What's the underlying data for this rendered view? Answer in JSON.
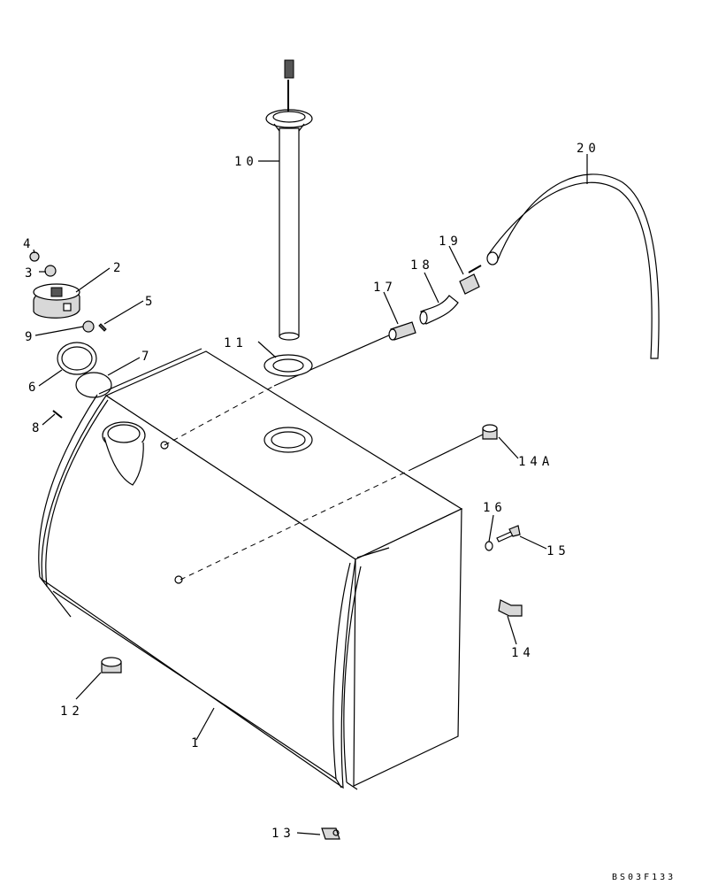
{
  "labels": {
    "l1": "1",
    "l2": "2",
    "l3": "3",
    "l4": "4",
    "l5": "5",
    "l6": "6",
    "l7": "7",
    "l8": "8",
    "l9": "9",
    "l10": "10",
    "l11": "11",
    "l12": "12",
    "l13": "13",
    "l14": "14",
    "l14a": "14A",
    "l15": "15",
    "l16": "16",
    "l17": "17",
    "l18": "18",
    "l19": "19",
    "l20": "20"
  },
  "drawing_code": "BS03F133"
}
